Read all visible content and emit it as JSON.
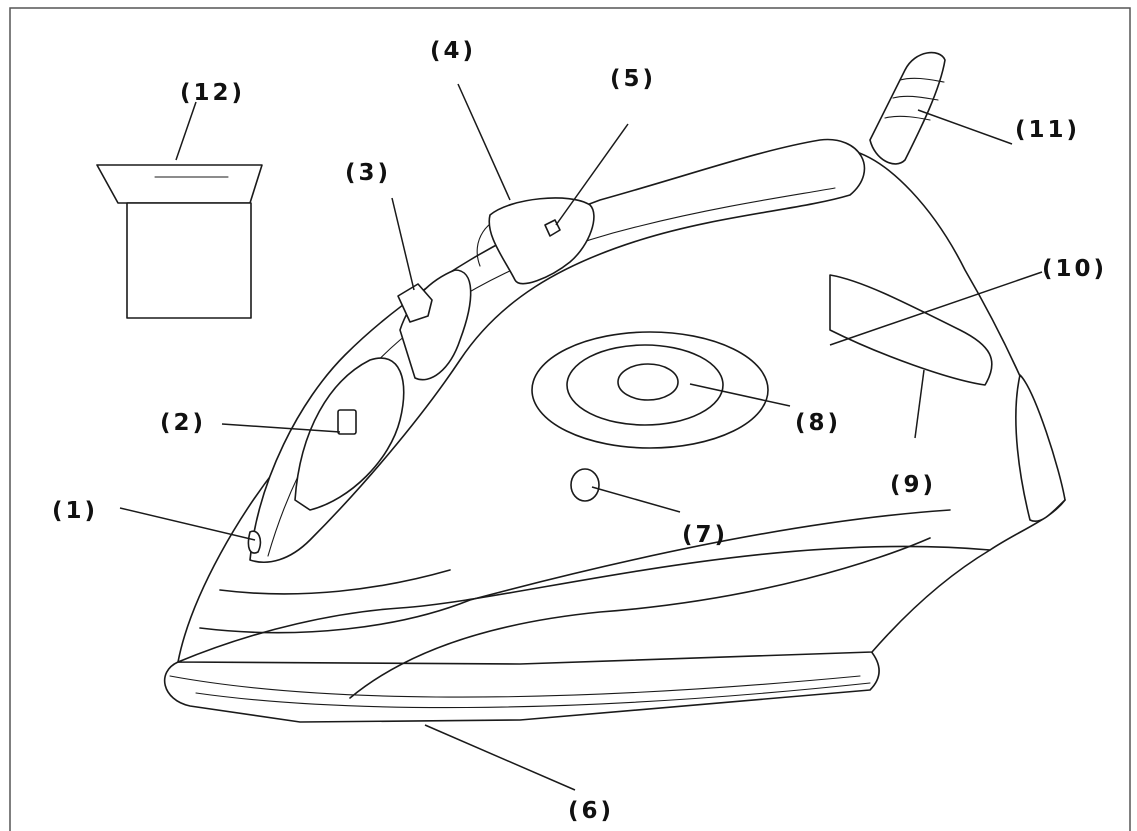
{
  "diagram": {
    "border_color": "#555555",
    "line_color": "#1a1a1a",
    "labels": [
      {
        "id": "1",
        "text": "(1)"
      },
      {
        "id": "2",
        "text": "(2)"
      },
      {
        "id": "3",
        "text": "(3)"
      },
      {
        "id": "4",
        "text": "(4)"
      },
      {
        "id": "5",
        "text": "(5)"
      },
      {
        "id": "6",
        "text": "(6)"
      },
      {
        "id": "7",
        "text": "(7)"
      },
      {
        "id": "8",
        "text": "(8)"
      },
      {
        "id": "9",
        "text": "(9)"
      },
      {
        "id": "10",
        "text": "(10)"
      },
      {
        "id": "11",
        "text": "(11)"
      },
      {
        "id": "12",
        "text": "(12)"
      }
    ]
  }
}
